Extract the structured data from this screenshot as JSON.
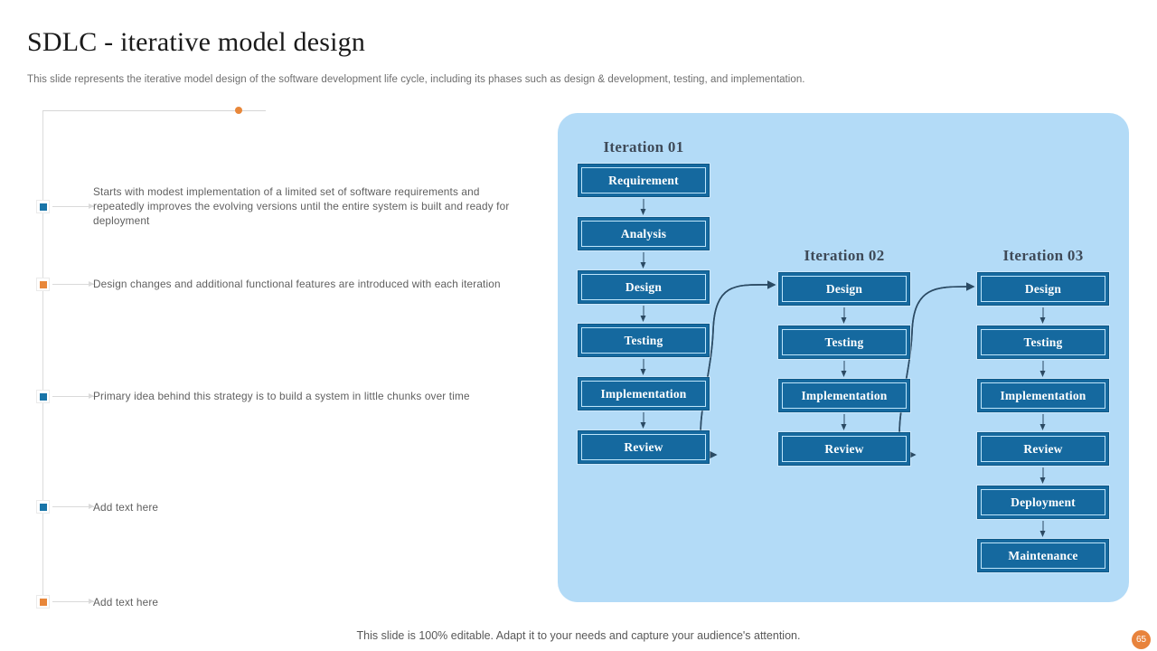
{
  "header": {
    "title": "SDLC - iterative model design",
    "subtitle": "This slide represents the iterative model design of the software development life cycle,  including its phases such as design & development, testing, and implementation."
  },
  "timeline": {
    "items": [
      {
        "marker_color": "#1874a8",
        "text": "Starts with  modest implementation  of a limited  set of software requirements  and repeatedly  improves  the evolving  versions  until the entire  system is built and ready for  deployment"
      },
      {
        "marker_color": "#e8873a",
        "text": "Design  changes  and additional  functional  features  are introduced  with each iteration"
      },
      {
        "marker_color": "#1874a8",
        "text": "Primary  idea behind  this strategy  is to build a system in little chunks over  time"
      },
      {
        "marker_color": "#1874a8",
        "text": "Add text here"
      },
      {
        "marker_color": "#e8873a",
        "text": "Add text here"
      }
    ],
    "top_dot_color": "#e8873a"
  },
  "diagram": {
    "panel_color": "#b3dbf7",
    "stage_fill": "#15699f",
    "columns": [
      {
        "title": "Iteration 01",
        "stages": [
          "Requirement",
          "Analysis",
          "Design",
          "Testing",
          "Implementation",
          "Review"
        ]
      },
      {
        "title": "Iteration 02",
        "stages": [
          "Design",
          "Testing",
          "Implementation",
          "Review"
        ]
      },
      {
        "title": "Iteration 03",
        "stages": [
          "Design",
          "Testing",
          "Implementation",
          "Review",
          "Deployment",
          "Maintenance"
        ]
      }
    ]
  },
  "footer": {
    "note": "This slide is 100% editable. Adapt it to your needs and capture your audience's attention.",
    "page_number": "65"
  }
}
